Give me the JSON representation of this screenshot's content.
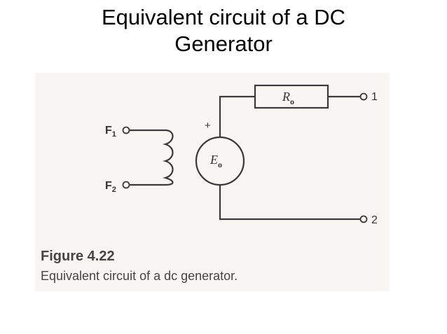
{
  "title": {
    "line1": "Equivalent circuit of a DC",
    "line2": "Generator"
  },
  "diagram": {
    "resistor": {
      "symbol": "R",
      "subscript": "o"
    },
    "source": {
      "symbol": "E",
      "subscript": "o",
      "polarity": "+"
    },
    "field_terminals": [
      {
        "symbol": "F",
        "subscript": "1"
      },
      {
        "symbol": "F",
        "subscript": "2"
      }
    ],
    "output_terminals": [
      "1",
      "2"
    ]
  },
  "figure": {
    "label": "Figure 4.22",
    "caption": "Equivalent circuit of a dc generator."
  }
}
